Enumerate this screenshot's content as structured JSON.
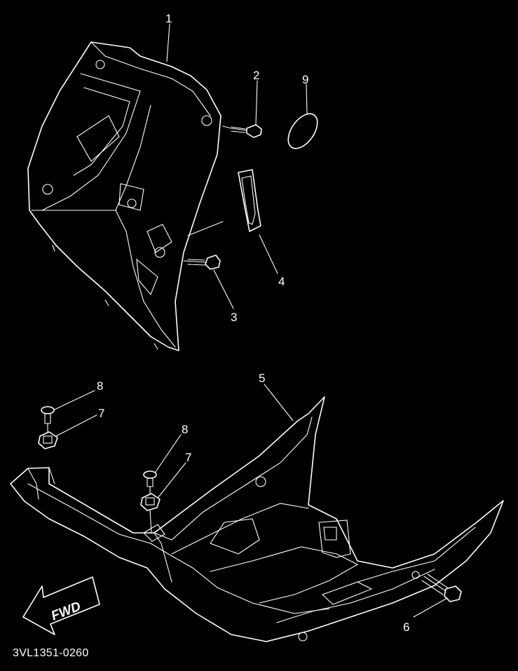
{
  "diagram": {
    "part_labels": [
      "1",
      "2",
      "3",
      "4",
      "5",
      "6",
      "7",
      "7",
      "8",
      "8",
      "9"
    ],
    "direction_label": "FWD",
    "drawing_code": "3VL1351-0260",
    "colors": {
      "background": "#000000",
      "line": "#ffffff"
    }
  }
}
